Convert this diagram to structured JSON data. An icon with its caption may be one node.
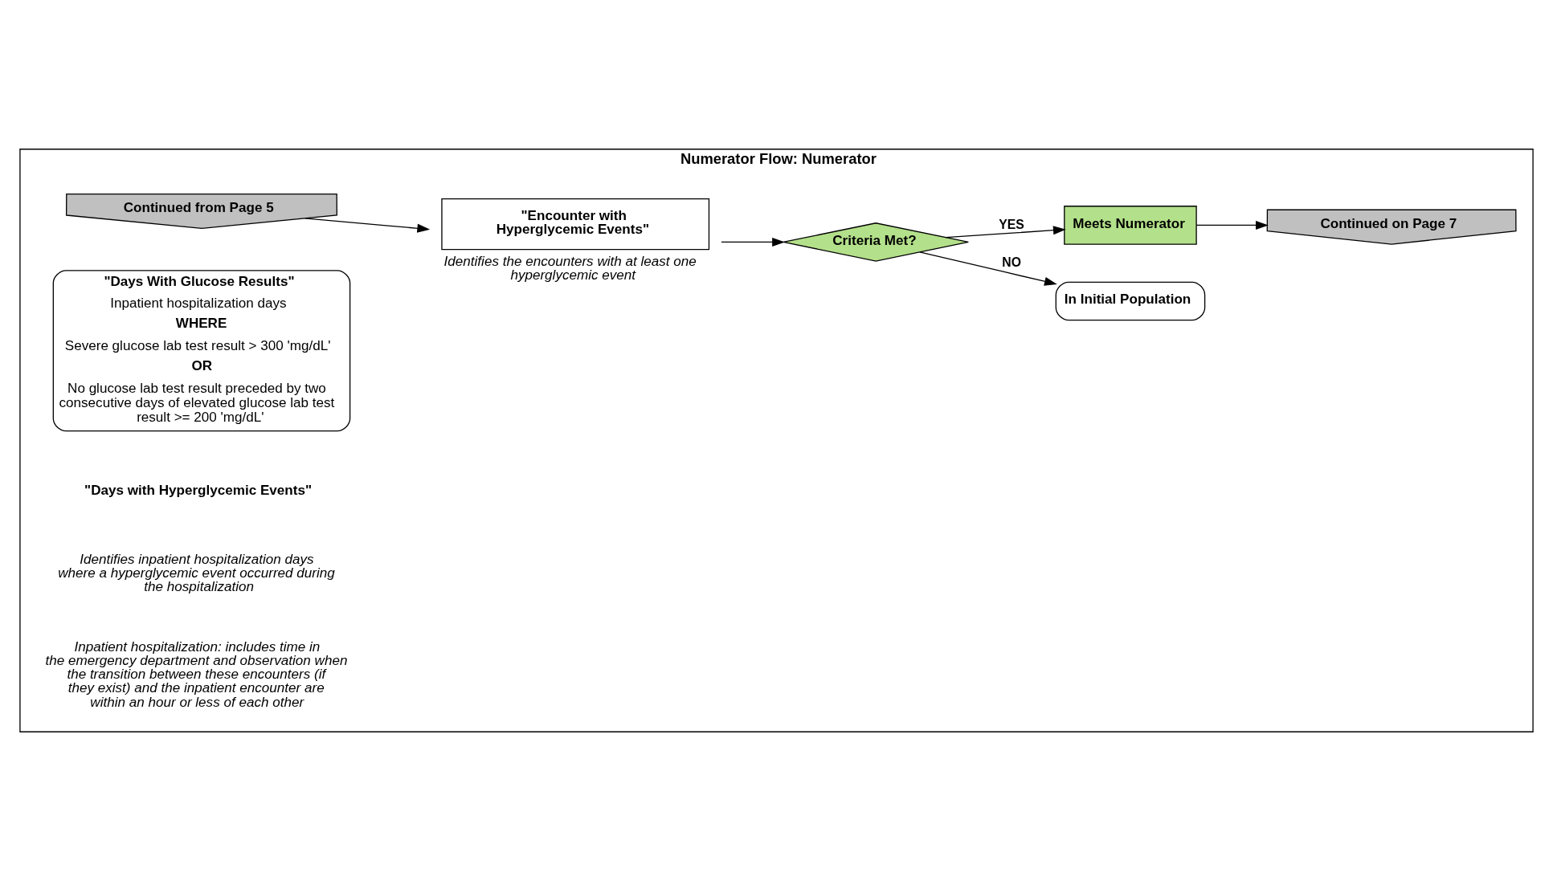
{
  "diagram": {
    "nodes": [
      {
        "text": [
          "Numerator Flow: Numerator"
        ]
      },
      {
        "text": [
          "Continued from Page 5"
        ],
        "in": 0
      },
      {
        "text": [
          "\"Encounter with Hyperglycemic Events\""
        ],
        "in": 0,
        "beside": [
          "Identifies the encounters with at least one hyperglycemic event"
        ]
      },
      {
        "text": [
          "Criteria Met?"
        ],
        "in": 0
      },
      {
        "text": [
          "In Initial Population"
        ],
        "in": 0
      },
      {
        "text": [
          "Meets Numerator"
        ],
        "in": 0
      },
      {
        "text": [
          "Continued on Page 7"
        ],
        "in": 0
      }
    ],
    "edges": [
      {
        "from": 1,
        "to": 2,
        "arrow": "to"
      },
      {
        "from": 2,
        "to": 3,
        "arrow": "to"
      },
      {
        "from": 3,
        "to": 4,
        "arrow": "to",
        "label": "NO"
      },
      {
        "from": 3,
        "to": 5,
        "arrow": "to",
        "label": "YES"
      },
      {
        "from": 5,
        "to": 6,
        "arrow": "to"
      }
    ],
    "labels": [
      "\"Days with Hyperglycemic Events\"",
      "\"Days With Glucose Results\"",
      "Inpatient hospitalization days",
      "WHERE",
      "Severe glucose lab test result > 300 'mg/dL'",
      "OR",
      "No glucose lab test result preceded by two consecutive days of elevated glucose lab test result >= 200 'mg/dL'",
      "Identifies inpatient hospitalization days where a hyperglycemic event occurred during the hospitalization",
      "Inpatient hospitalization: includes time in the emergency department and observation when the transition between these encounters (if they exist) and the inpatient encounter are within an hour or less of each other"
    ]
  }
}
